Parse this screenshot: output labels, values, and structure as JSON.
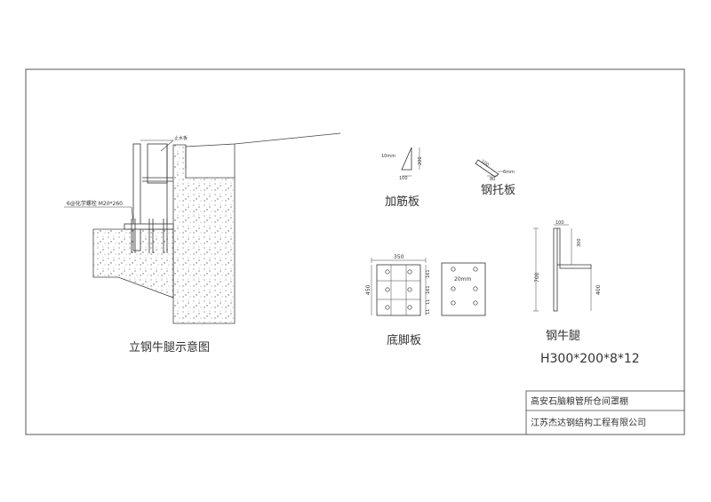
{
  "drawing": {
    "detail_caption": "立钢牛腿示意图",
    "label_waterstop": "止水板",
    "label_anchor": "6@化学螺栓 M20*260"
  },
  "stiffener": {
    "caption": "加筋板",
    "dim_thickness": "10mm",
    "dim_height": "200",
    "dim_width": "100"
  },
  "bracket_plate": {
    "caption": "钢托板",
    "dim_thickness": "6mm",
    "dim_diag": "100",
    "dim_width": "80"
  },
  "base_plate": {
    "caption": "底脚板",
    "dim_width": "350",
    "dim_height": "450",
    "dim_side_1": "161",
    "dim_side_2": "161",
    "dim_side_3": "11",
    "dim_side_4": "11",
    "dim_thickness": "20mm"
  },
  "corbel": {
    "caption": "钢牛腿",
    "spec": "H300*200*8*12",
    "dim_top": "100",
    "dim_upper": "300",
    "dim_total": "700",
    "dim_lower": "400"
  },
  "title_block": {
    "project": "高安石脑粮管所仓间罩棚",
    "company": "江苏杰达钢结构工程有限公司"
  }
}
